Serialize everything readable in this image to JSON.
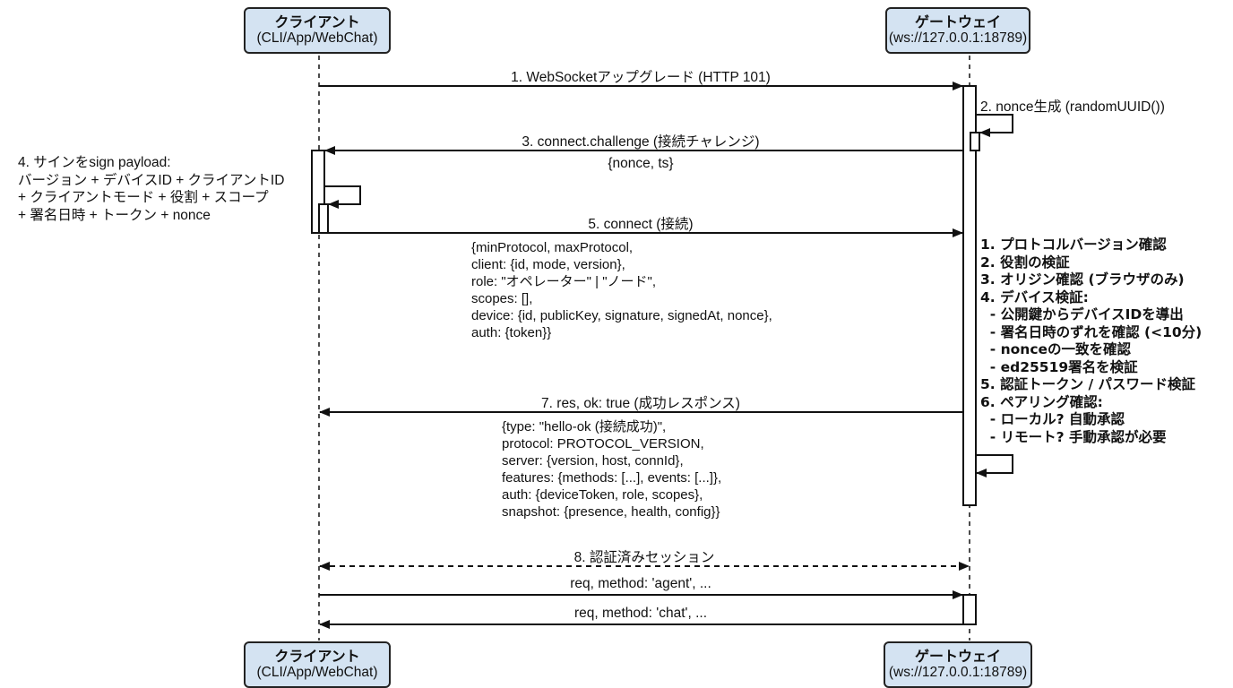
{
  "participants": {
    "client": {
      "name": "クライアント",
      "sub": "(CLI/App/WebChat)"
    },
    "gateway": {
      "name": "ゲートウェイ",
      "sub": "(ws://127.0.0.1:18789)"
    }
  },
  "colors": {
    "actor_fill": "#d4e3f2",
    "line": "#111111"
  },
  "messages": [
    {
      "label": "1. WebSocketアップグレード (HTTP 101)",
      "from": "client",
      "to": "gateway",
      "style": "solid"
    },
    {
      "label": "2. nonce生成 (randomUUID())",
      "from": "gateway",
      "to": "gateway",
      "style": "self"
    },
    {
      "label": "3. connect.challenge (接続チャレンジ)",
      "payload": "{nonce, ts}",
      "from": "gateway",
      "to": "client",
      "style": "solid"
    },
    {
      "label": "4. サインをsign payload:\nバージョン + デバイスID + クライアントID\n+ クライアントモード + 役割 + スコープ\n+ 署名日時 + トークン + nonce",
      "from": "client",
      "to": "client",
      "style": "self"
    },
    {
      "label": "5. connect (接続)",
      "payload": "{minProtocol, maxProtocol,\nclient: {id, mode, version},\nrole: \"オペレーター\" | \"ノード\",\nscopes: [],\ndevice: {id, publicKey, signature, signedAt, nonce},\nauth: {token}}",
      "from": "client",
      "to": "gateway",
      "style": "solid"
    },
    {
      "label": "1. プロトコルバージョン確認\n2. 役割の検証\n3. オリジン確認 (ブラウザのみ)\n4. デバイス検証:\n  - 公開鍵からデバイスIDを導出\n  - 署名日時のずれを確認 (<10分)\n  - nonceの一致を確認\n  - ed25519署名を検証\n5. 認証トークン / パスワード検証\n6. ペアリング確認:\n  - ローカル? 自動承認\n  - リモート? 手動承認が必要",
      "from": "gateway",
      "to": "gateway",
      "style": "self"
    },
    {
      "label": "7. res, ok: true (成功レスポンス)",
      "payload": "{type: \"hello-ok (接続成功)\",\nprotocol: PROTOCOL_VERSION,\nserver: {version, host, connId},\nfeatures: {methods: [...], events: [...]},\nauth: {deviceToken, role, scopes},\nsnapshot: {presence, health, config}}",
      "from": "gateway",
      "to": "client",
      "style": "solid"
    },
    {
      "label": "8. 認証済みセッション",
      "from": "client",
      "to": "gateway",
      "style": "dashed-bidirectional"
    },
    {
      "label": "req, method: 'agent', ...",
      "from": "client",
      "to": "gateway",
      "style": "solid"
    },
    {
      "label": "req, method: 'chat', ...",
      "from": "gateway",
      "to": "client",
      "style": "solid"
    }
  ]
}
